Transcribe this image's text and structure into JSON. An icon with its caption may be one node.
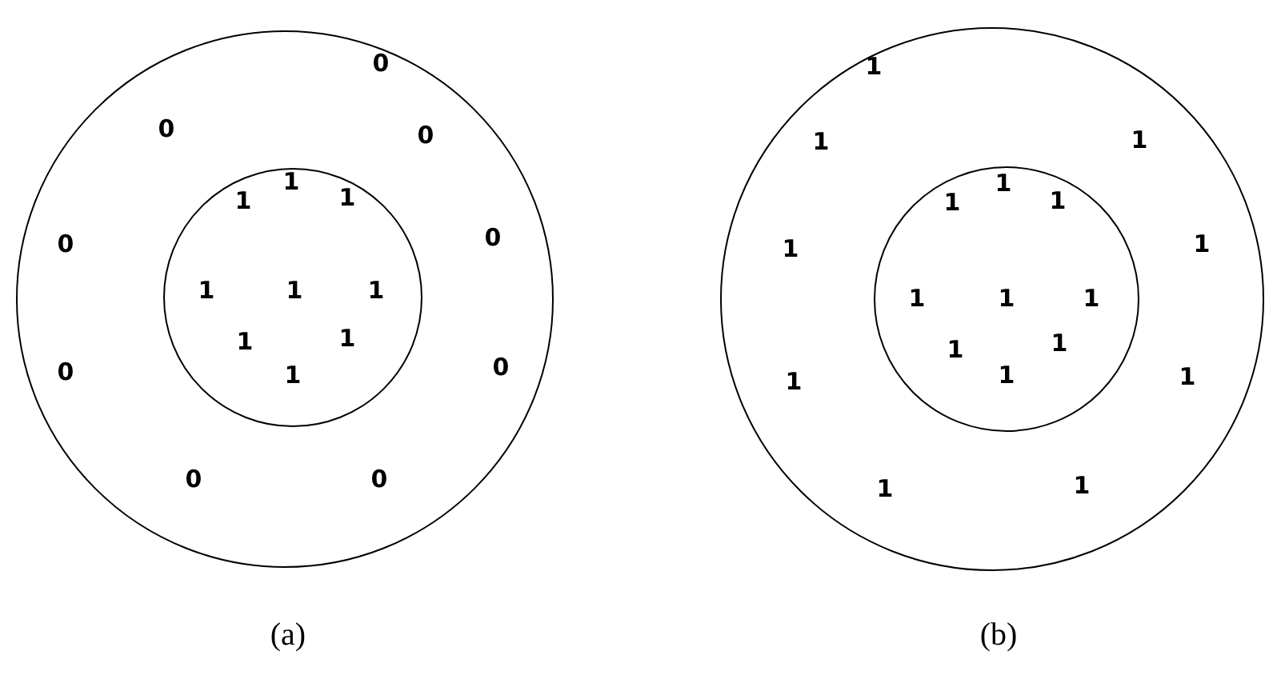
{
  "diagram": {
    "nodes": [
      {
        "text": [
          "0",
          "0",
          "0",
          "0",
          "0",
          "0",
          "0",
          "0",
          "0"
        ]
      },
      {
        "text": [
          "1",
          "1",
          "1",
          "1",
          "1",
          "1",
          "1",
          "1",
          "1"
        ],
        "in": 0
      },
      {
        "text": [
          "1",
          "1",
          "1",
          "1",
          "1",
          "1",
          "1",
          "1",
          "1"
        ]
      },
      {
        "text": [
          "1",
          "1",
          "1",
          "1",
          "1",
          "1",
          "1",
          "1",
          "1"
        ],
        "in": 2
      }
    ],
    "labels": [
      "(a)",
      "(b)"
    ]
  }
}
